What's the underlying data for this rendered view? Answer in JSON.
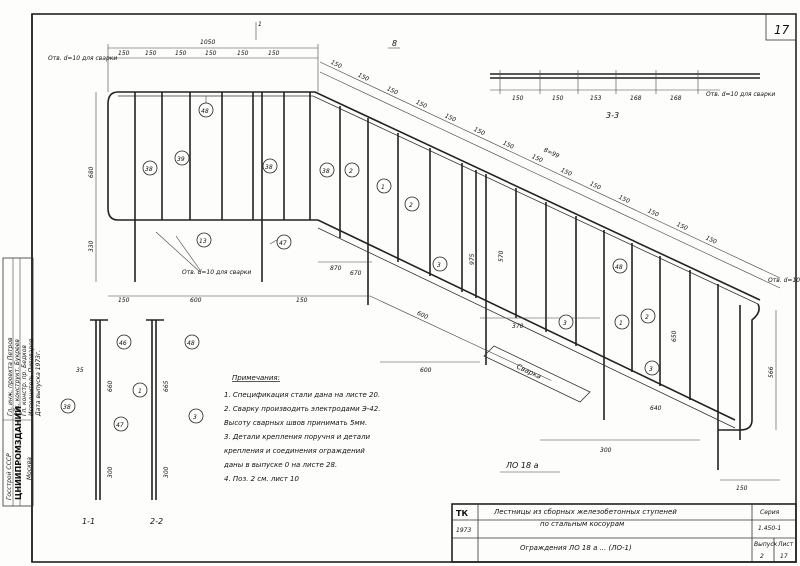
{
  "sheet_number": "17",
  "top_dims": [
    "1050",
    "150",
    "150",
    "150",
    "150",
    "150",
    "150"
  ],
  "weld_note_top": "Отв. d=10 для сварки",
  "weld_note_right": "Отв. d=10 для сварки",
  "weld_note_bottom": "Отв. d=10 для сварки",
  "slope_dims": [
    "150",
    "150",
    "150",
    "150",
    "150",
    "150",
    "150",
    "150",
    "150",
    "150",
    "150",
    "150",
    "150",
    "150"
  ],
  "slope_total": "8=99",
  "section_3_dims": [
    "150",
    "150",
    "153",
    "168",
    "168"
  ],
  "section_3_label": "3-3",
  "side_dims": [
    "680",
    "330",
    "870",
    "975",
    "570",
    "650",
    "566"
  ],
  "bottom_dims": [
    "150",
    "600",
    "150",
    "670",
    "600",
    "370",
    "600",
    "300",
    "640",
    "150"
  ],
  "bubbles": [
    "48",
    "38",
    "39",
    "38",
    "1",
    "2",
    "13",
    "47",
    "3",
    "48",
    "1",
    "2",
    "3",
    "46",
    "48",
    "1",
    "47",
    "3",
    "38"
  ],
  "notes_title": "Примечания:",
  "notes": [
    "1. Спецификация стали дана на листе 20.",
    "2. Сварку производить электродами Э-42.",
    "   Высоту сварных швов принимать 5мм.",
    "3. Детали крепления поручня и детали",
    "   крепления и соединения ограждений",
    "   даны в выпуске 0 на листе 28.",
    "4. Поз. 2 см. лист 10"
  ],
  "welding_label": "Сварка",
  "mark_label": "ЛО 18 а",
  "section_labels": [
    "1-1",
    "2-2"
  ],
  "title_block": {
    "tk": "ТК",
    "year": "1973",
    "title_line1": "Лестницы из сборных железобетонных ступеней",
    "title_line2": "по стальным косоурам",
    "subtitle": "Ограждения ЛО 18 а ... (ЛО-1)",
    "series_label": "Серия",
    "series_value": "1.450-1",
    "issue_label": "Выпуск",
    "sheet_label": "Лист",
    "issue_value": "2",
    "sheet_value": "17"
  },
  "left_stamp": {
    "org_top": "Госстрой СССР",
    "org_name": "ЦНИИПРОМЗДАНИЙ",
    "city": "Москва",
    "rows": [
      "Гл. инж. проекта  Петров",
      "Рук. конструкт.  Букреев",
      "Гл. констр. пр.  Бедков",
      "Исполнитель  Пивоваров",
      "Дата выпуска  1973г."
    ]
  }
}
